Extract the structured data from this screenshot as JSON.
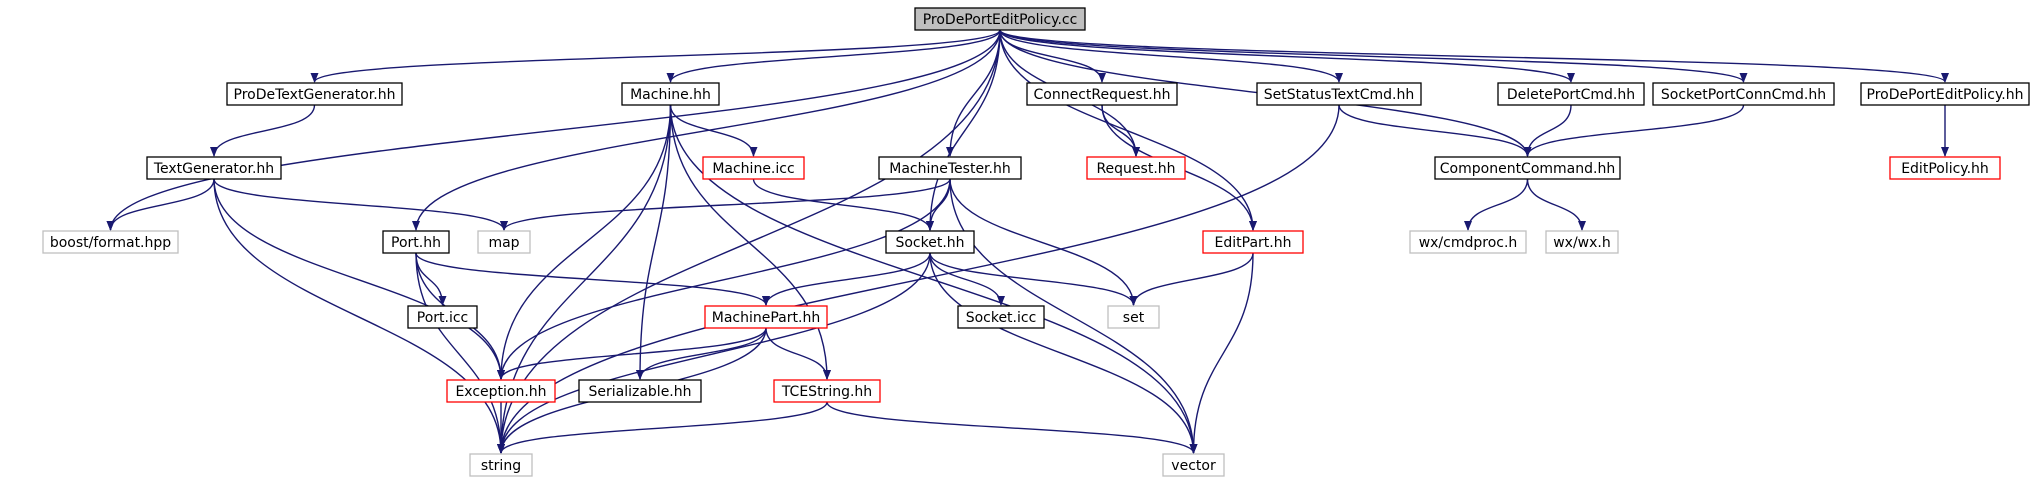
{
  "graph": {
    "colors": {
      "edge": "#191970",
      "root_fill": "#bfbfbf",
      "black_border": "#000000",
      "red_border": "#ff0000",
      "gray_border": "#bfbfbf",
      "text": "#000000",
      "background": "#ffffff"
    },
    "nodes": [
      {
        "id": "root",
        "label": "ProDePortEditPolicy.cc",
        "style": "root"
      },
      {
        "id": "prodetextgen",
        "label": "ProDeTextGenerator.hh",
        "style": "black"
      },
      {
        "id": "machine_hh",
        "label": "Machine.hh",
        "style": "black"
      },
      {
        "id": "connectrequest",
        "label": "ConnectRequest.hh",
        "style": "black"
      },
      {
        "id": "setstatustext",
        "label": "SetStatusTextCmd.hh",
        "style": "black"
      },
      {
        "id": "deleteportcmd",
        "label": "DeletePortCmd.hh",
        "style": "black"
      },
      {
        "id": "socketportconn",
        "label": "SocketPortConnCmd.hh",
        "style": "black"
      },
      {
        "id": "prodeporteditpolicy_hh",
        "label": "ProDePortEditPolicy.hh",
        "style": "black"
      },
      {
        "id": "textgenerator",
        "label": "TextGenerator.hh",
        "style": "black"
      },
      {
        "id": "machine_icc",
        "label": "Machine.icc",
        "style": "red"
      },
      {
        "id": "machinetester",
        "label": "MachineTester.hh",
        "style": "black"
      },
      {
        "id": "request",
        "label": "Request.hh",
        "style": "red"
      },
      {
        "id": "componentcommand",
        "label": "ComponentCommand.hh",
        "style": "black"
      },
      {
        "id": "editpolicy",
        "label": "EditPolicy.hh",
        "style": "red"
      },
      {
        "id": "boostformat",
        "label": "boost/format.hpp",
        "style": "gray"
      },
      {
        "id": "map",
        "label": "map",
        "style": "gray"
      },
      {
        "id": "port_hh",
        "label": "Port.hh",
        "style": "black"
      },
      {
        "id": "socket_hh",
        "label": "Socket.hh",
        "style": "black"
      },
      {
        "id": "editpart",
        "label": "EditPart.hh",
        "style": "red"
      },
      {
        "id": "wxcmdproc",
        "label": "wx/cmdproc.h",
        "style": "gray"
      },
      {
        "id": "wxwx",
        "label": "wx/wx.h",
        "style": "gray"
      },
      {
        "id": "port_icc",
        "label": "Port.icc",
        "style": "black"
      },
      {
        "id": "machinepart",
        "label": "MachinePart.hh",
        "style": "red"
      },
      {
        "id": "socket_icc",
        "label": "Socket.icc",
        "style": "black"
      },
      {
        "id": "set",
        "label": "set",
        "style": "gray"
      },
      {
        "id": "exception",
        "label": "Exception.hh",
        "style": "red"
      },
      {
        "id": "serializable",
        "label": "Serializable.hh",
        "style": "black"
      },
      {
        "id": "tcestring",
        "label": "TCEString.hh",
        "style": "red"
      },
      {
        "id": "string",
        "label": "string",
        "style": "gray"
      },
      {
        "id": "vector",
        "label": "vector",
        "style": "gray"
      }
    ],
    "edges": [
      [
        "root",
        "prodetextgen"
      ],
      [
        "root",
        "machine_hh"
      ],
      [
        "root",
        "connectrequest"
      ],
      [
        "root",
        "setstatustext"
      ],
      [
        "root",
        "deleteportcmd"
      ],
      [
        "root",
        "socketportconn"
      ],
      [
        "root",
        "prodeporteditpolicy_hh"
      ],
      [
        "root",
        "boostformat"
      ],
      [
        "root",
        "string"
      ],
      [
        "root",
        "port_hh"
      ],
      [
        "root",
        "machinetester"
      ],
      [
        "root",
        "socket_hh"
      ],
      [
        "root",
        "request"
      ],
      [
        "root",
        "editpart"
      ],
      [
        "root",
        "componentcommand"
      ],
      [
        "prodetextgen",
        "textgenerator"
      ],
      [
        "textgenerator",
        "boostformat"
      ],
      [
        "textgenerator",
        "map"
      ],
      [
        "textgenerator",
        "exception"
      ],
      [
        "textgenerator",
        "string"
      ],
      [
        "machine_hh",
        "machine_icc"
      ],
      [
        "machine_hh",
        "exception"
      ],
      [
        "machine_hh",
        "serializable"
      ],
      [
        "machine_hh",
        "tcestring"
      ],
      [
        "machine_hh",
        "string"
      ],
      [
        "machine_hh",
        "vector"
      ],
      [
        "machine_icc",
        "socket_hh"
      ],
      [
        "machinetester",
        "map"
      ],
      [
        "machinetester",
        "socket_hh"
      ],
      [
        "machinetester",
        "exception"
      ],
      [
        "machinetester",
        "set"
      ],
      [
        "machinetester",
        "vector"
      ],
      [
        "connectrequest",
        "request"
      ],
      [
        "connectrequest",
        "editpart"
      ],
      [
        "setstatustext",
        "componentcommand"
      ],
      [
        "setstatustext",
        "string"
      ],
      [
        "deleteportcmd",
        "componentcommand"
      ],
      [
        "socketportconn",
        "componentcommand"
      ],
      [
        "prodeporteditpolicy_hh",
        "editpolicy"
      ],
      [
        "componentcommand",
        "wxcmdproc"
      ],
      [
        "componentcommand",
        "wxwx"
      ],
      [
        "editpart",
        "set"
      ],
      [
        "editpart",
        "vector"
      ],
      [
        "port_hh",
        "port_icc"
      ],
      [
        "port_hh",
        "machinepart"
      ],
      [
        "port_hh",
        "exception"
      ],
      [
        "port_hh",
        "string"
      ],
      [
        "socket_hh",
        "socket_icc"
      ],
      [
        "socket_hh",
        "machinepart"
      ],
      [
        "socket_hh",
        "set"
      ],
      [
        "socket_hh",
        "vector"
      ],
      [
        "socket_hh",
        "string"
      ],
      [
        "machinepart",
        "exception"
      ],
      [
        "machinepart",
        "serializable"
      ],
      [
        "machinepart",
        "tcestring"
      ],
      [
        "machinepart",
        "string"
      ],
      [
        "tcestring",
        "string"
      ],
      [
        "tcestring",
        "vector"
      ],
      [
        "exception",
        "string"
      ]
    ]
  }
}
